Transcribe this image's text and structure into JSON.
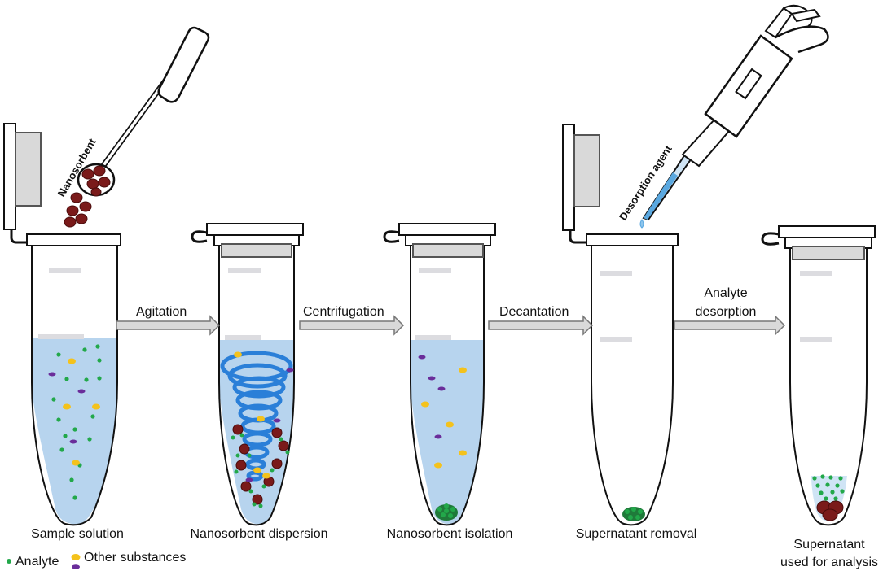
{
  "steps": [
    {
      "label": "Sample solution"
    },
    {
      "label": "Nanosorbent dispersion"
    },
    {
      "label": "Nanosorbent isolation"
    },
    {
      "label": "Supernatant removal"
    },
    {
      "label_line1": "Supernatant",
      "label_line2": "used for analysis"
    }
  ],
  "arrows": [
    {
      "label": "Agitation"
    },
    {
      "label": "Centrifugation"
    },
    {
      "label": "Decantation"
    },
    {
      "label_line1": "Analyte",
      "label_line2": "desorption"
    }
  ],
  "annotations": {
    "nanosorbent": "Nanosorbent",
    "desorption_agent": "Desorption agent"
  },
  "legend": {
    "analyte": "Analyte",
    "other": "Other substances"
  },
  "colors": {
    "analyte": "#22a84a",
    "other_yellow": "#f4c21c",
    "other_purple": "#6a2d9a",
    "nanosorbent": "#7a1a1a",
    "liquid": "#b7d4ee",
    "vortex": "#2a7fd8"
  }
}
